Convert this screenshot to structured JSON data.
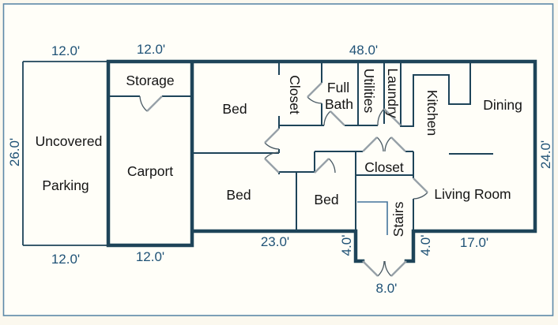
{
  "rooms": {
    "uncovered_parking_line1": "Uncovered",
    "uncovered_parking_line2": "Parking",
    "storage": "Storage",
    "carport": "Carport",
    "bed_top": "Bed",
    "bed_bottom_left": "Bed",
    "bed_bottom_middle": "Bed",
    "closet_top": "Closet",
    "full_bath_line1": "Full",
    "full_bath_line2": "Bath",
    "utilities": "Utilities",
    "laundry": "Laundry",
    "kitchen": "Kitchen",
    "dining": "Dining",
    "closet_middle": "Closet",
    "living_room": "Living Room",
    "stairs": "Stairs"
  },
  "dimensions": {
    "top_parking": "12.0'",
    "top_carport": "12.0'",
    "top_main": "48.0'",
    "left_side": "26.0'",
    "right_side": "24.0'",
    "bottom_parking": "12.0'",
    "bottom_carport": "12.0'",
    "bottom_main": "23.0'",
    "porch_left": "4.0'",
    "porch_right": "4.0'",
    "porch_width": "8.0'",
    "bottom_right": "17.0'"
  },
  "colors": {
    "background": "#fffef8",
    "page": "#fbf8ee",
    "outer_border": "#5d89a8",
    "wall": "#1e4459",
    "room_text": "#141414",
    "dimension_text": "#1f5276",
    "door_leaf": "#97a1a8",
    "door_arc": "#4a5a64",
    "stair_line": "#44749c"
  }
}
